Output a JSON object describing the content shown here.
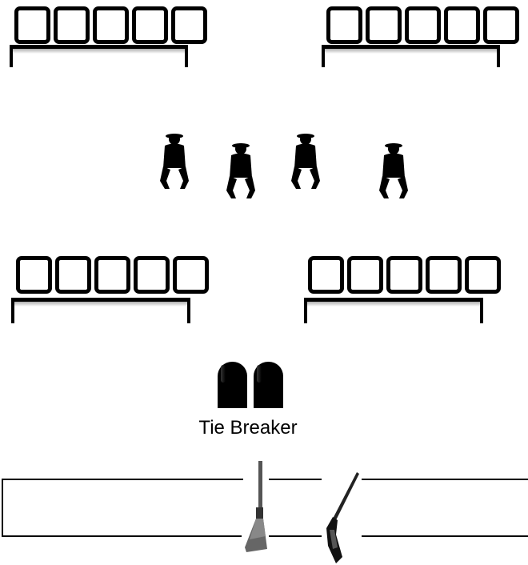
{
  "stations": [
    {
      "id": "top-left",
      "squares": 5
    },
    {
      "id": "top-right",
      "squares": 5
    },
    {
      "id": "bottom-left",
      "squares": 5
    },
    {
      "id": "bottom-right",
      "squares": 5
    }
  ],
  "shooters": {
    "count": 4
  },
  "tie_breaker": {
    "label": "Tie Breaker",
    "shells": 2
  },
  "table": {
    "guns": [
      "shotgun-upright",
      "shotgun-angled"
    ]
  }
}
